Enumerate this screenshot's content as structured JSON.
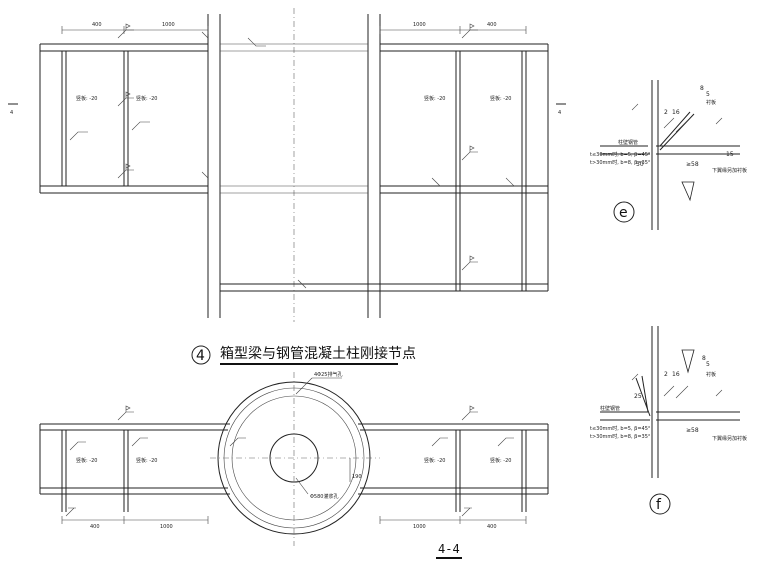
{
  "main_title": {
    "number": "4",
    "text": "箱型梁与钢管混凝土柱刚接节点"
  },
  "section_label": "4-4",
  "section_marks": {
    "left": "4",
    "right": "4"
  },
  "plan": {
    "dims_left": [
      "400",
      "1000"
    ],
    "dims_right": [
      "1000",
      "400"
    ],
    "web_labels": [
      "竖板: -20",
      "竖板: -20",
      "竖板: -20",
      "竖板: -20"
    ]
  },
  "section": {
    "hole_note": "4Φ25排气孔",
    "inner_note": "Φ580灌浆孔",
    "dim_190": "190",
    "dims_left": [
      "400",
      "1000"
    ],
    "dims_right": [
      "1000",
      "400"
    ],
    "web_labels": [
      "竖板: -20",
      "竖板: -20",
      "竖板: -20",
      "竖板: -20"
    ]
  },
  "detail_e": {
    "label": "e",
    "marks": [
      "2",
      "16",
      "8",
      "5",
      "50",
      "15",
      "≥58"
    ],
    "notes": [
      "衬板",
      "柱壁钢管",
      "下翼缘另加衬板"
    ],
    "spec1": "t≤30mm时, b=5, β=45°",
    "spec2": "t>30mm时, b=8, β=35°"
  },
  "detail_f": {
    "label": "f",
    "marks": [
      "2",
      "16",
      "8",
      "5",
      "25",
      "≥58"
    ],
    "notes": [
      "衬板",
      "柱壁钢管",
      "下翼缘另加衬板"
    ],
    "spec1": "t≤30mm时, b=5, β=45°",
    "spec2": "t>30mm时, b=8, β=35°"
  }
}
